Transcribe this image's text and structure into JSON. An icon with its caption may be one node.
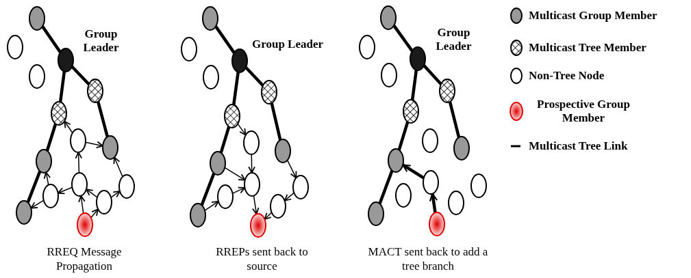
{
  "diagram": {
    "nodes": [
      {
        "text": [],
        "shape": "circle"
      },
      {
        "text": [],
        "shape": "circle"
      },
      {
        "text": [],
        "shape": "circle",
        "beside": [
          "Group Leader"
        ]
      },
      {
        "text": [],
        "shape": "circle"
      },
      {
        "text": [],
        "shape": "circle"
      },
      {
        "text": [],
        "shape": "circle"
      },
      {
        "text": [],
        "shape": "circle"
      },
      {
        "text": [],
        "shape": "circle"
      },
      {
        "text": [],
        "shape": "circle"
      },
      {
        "text": [],
        "shape": "circle"
      },
      {
        "text": [],
        "shape": "circle"
      },
      {
        "text": [],
        "shape": "circle"
      },
      {
        "text": [],
        "shape": "circle"
      },
      {
        "text": [],
        "shape": "circle"
      },
      {
        "text": [],
        "shape": "circle"
      },
      {
        "text": [],
        "shape": "circle"
      },
      {
        "text": [],
        "shape": "circle"
      },
      {
        "text": [],
        "shape": "circle",
        "beside": [
          "Group Leader"
        ]
      },
      {
        "text": [],
        "shape": "circle"
      },
      {
        "text": [],
        "shape": "circle"
      },
      {
        "text": [],
        "shape": "circle"
      },
      {
        "text": [],
        "shape": "circle"
      },
      {
        "text": [],
        "shape": "circle"
      },
      {
        "text": [],
        "shape": "circle"
      },
      {
        "text": [],
        "shape": "circle"
      },
      {
        "text": [],
        "shape": "circle"
      },
      {
        "text": [],
        "shape": "circle"
      },
      {
        "text": [],
        "shape": "circle"
      },
      {
        "text": [],
        "shape": "circle"
      },
      {
        "text": [],
        "shape": "circle"
      },
      {
        "text": [],
        "shape": "circle"
      },
      {
        "text": [],
        "shape": "circle"
      },
      {
        "text": [],
        "shape": "circle",
        "beside": [
          "Group Leader"
        ]
      },
      {
        "text": [],
        "shape": "circle"
      },
      {
        "text": [],
        "shape": "circle"
      },
      {
        "text": [],
        "shape": "circle"
      },
      {
        "text": [],
        "shape": "circle"
      },
      {
        "text": [],
        "shape": "circle"
      },
      {
        "text": [],
        "shape": "circle"
      },
      {
        "text": [],
        "shape": "circle"
      },
      {
        "text": [],
        "shape": "circle"
      },
      {
        "text": [],
        "shape": "circle"
      },
      {
        "text": [],
        "shape": "circle"
      },
      {
        "text": [],
        "shape": "circle"
      },
      {
        "text": [],
        "shape": "circle"
      }
    ],
    "edges": [
      {
        "from": 0,
        "to": 2,
        "arrow": "none",
        "style": "thick"
      },
      {
        "from": 2,
        "to": 4,
        "arrow": "none",
        "style": "thick"
      },
      {
        "from": 2,
        "to": 5,
        "arrow": "none",
        "style": "thick"
      },
      {
        "from": 4,
        "to": 7,
        "arrow": "none",
        "style": "thick"
      },
      {
        "from": 5,
        "to": 8,
        "arrow": "none",
        "style": "thick"
      },
      {
        "from": 8,
        "to": 13,
        "arrow": "none",
        "style": "thick"
      },
      {
        "from": 6,
        "to": 5,
        "arrow": "to"
      },
      {
        "from": 6,
        "to": 7,
        "arrow": "to"
      },
      {
        "from": 9,
        "to": 6,
        "arrow": "to"
      },
      {
        "from": 14,
        "to": 9,
        "arrow": "to"
      },
      {
        "from": 9,
        "to": 11,
        "arrow": "to"
      },
      {
        "from": 12,
        "to": 9,
        "arrow": "to"
      },
      {
        "from": 11,
        "to": 8,
        "arrow": "to"
      },
      {
        "from": 11,
        "to": 13,
        "arrow": "to"
      },
      {
        "from": 14,
        "to": 12,
        "arrow": "to"
      },
      {
        "from": 12,
        "to": 10,
        "arrow": "to"
      },
      {
        "from": 10,
        "to": 7,
        "arrow": "to"
      },
      {
        "from": 15,
        "to": 17,
        "arrow": "none",
        "style": "thick"
      },
      {
        "from": 17,
        "to": 19,
        "arrow": "none",
        "style": "thick"
      },
      {
        "from": 17,
        "to": 20,
        "arrow": "none",
        "style": "thick"
      },
      {
        "from": 19,
        "to": 22,
        "arrow": "none",
        "style": "thick"
      },
      {
        "from": 20,
        "to": 23,
        "arrow": "none",
        "style": "thick"
      },
      {
        "from": 23,
        "to": 28,
        "arrow": "none",
        "style": "thick"
      },
      {
        "from": 20,
        "to": 21,
        "arrow": "to"
      },
      {
        "from": 21,
        "to": 24,
        "arrow": "to"
      },
      {
        "from": 23,
        "to": 24,
        "arrow": "to"
      },
      {
        "from": 26,
        "to": 24,
        "arrow": "to"
      },
      {
        "from": 28,
        "to": 26,
        "arrow": "to"
      },
      {
        "from": 24,
        "to": 29,
        "arrow": "to"
      },
      {
        "from": 22,
        "to": 25,
        "arrow": "to"
      },
      {
        "from": 25,
        "to": 27,
        "arrow": "to"
      },
      {
        "from": 27,
        "to": 29,
        "arrow": "to"
      },
      {
        "from": 30,
        "to": 32,
        "arrow": "none",
        "style": "thick"
      },
      {
        "from": 32,
        "to": 34,
        "arrow": "none",
        "style": "thick"
      },
      {
        "from": 32,
        "to": 35,
        "arrow": "none",
        "style": "thick"
      },
      {
        "from": 34,
        "to": 37,
        "arrow": "none",
        "style": "thick"
      },
      {
        "from": 35,
        "to": 38,
        "arrow": "none",
        "style": "thick"
      },
      {
        "from": 38,
        "to": 43,
        "arrow": "none",
        "style": "thick"
      },
      {
        "from": 44,
        "to": 39,
        "arrow": "to",
        "style": "thick"
      },
      {
        "from": 39,
        "to": 38,
        "arrow": "to",
        "style": "thick"
      }
    ],
    "labels": [
      "RREQ Message Propagation",
      "RREPs sent back to source",
      "MACT sent back to add a tree branch"
    ],
    "legend": [
      {
        "text": "Multicast Group Member"
      },
      {
        "text": "Multicast Tree Member"
      },
      {
        "text": "Non-Tree Node"
      },
      {
        "text": "Prospective Group Member"
      },
      {
        "text": "Multicast Tree Link"
      }
    ]
  }
}
